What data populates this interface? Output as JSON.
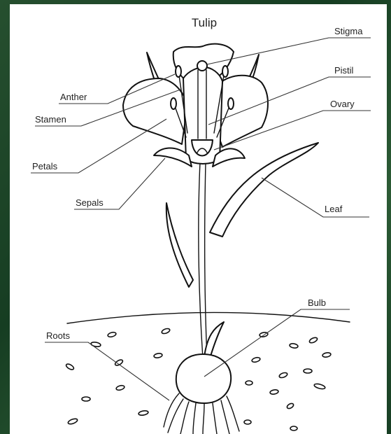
{
  "diagram": {
    "title": "Tulip",
    "labels": {
      "stigma": "Stigma",
      "pistil": "Pistil",
      "ovary": "Ovary",
      "anther": "Anther",
      "stamen": "Stamen",
      "petals": "Petals",
      "sepals": "Sepals",
      "leaf": "Leaf",
      "bulb": "Bulb",
      "roots": "Roots"
    }
  }
}
